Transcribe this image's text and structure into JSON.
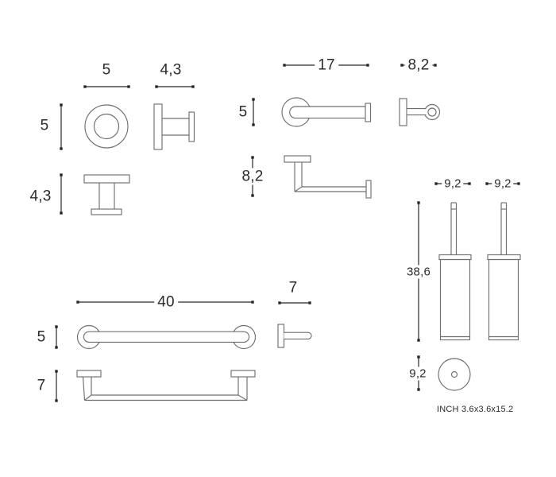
{
  "note_inch": "INCH 3.6x3.6x15.2",
  "colors": {
    "background": "#ffffff",
    "product_outline": "#6f6f6f",
    "dimension_line": "#262626",
    "text": "#2b2b2b"
  },
  "dimensions": {
    "hook": {
      "width": "5",
      "depth": "4,3",
      "height": "5",
      "top_depth": "4,3"
    },
    "paper_holder": {
      "width": "17",
      "depth": "8,2",
      "height": "5",
      "top_depth": "8,2"
    },
    "towel_bar": {
      "width": "40",
      "depth": "7",
      "height": "5",
      "top_depth": "7"
    },
    "brush": {
      "front_width": "9,2",
      "side_width": "9,2",
      "height": "38,6",
      "base_diameter": "9,2"
    }
  }
}
